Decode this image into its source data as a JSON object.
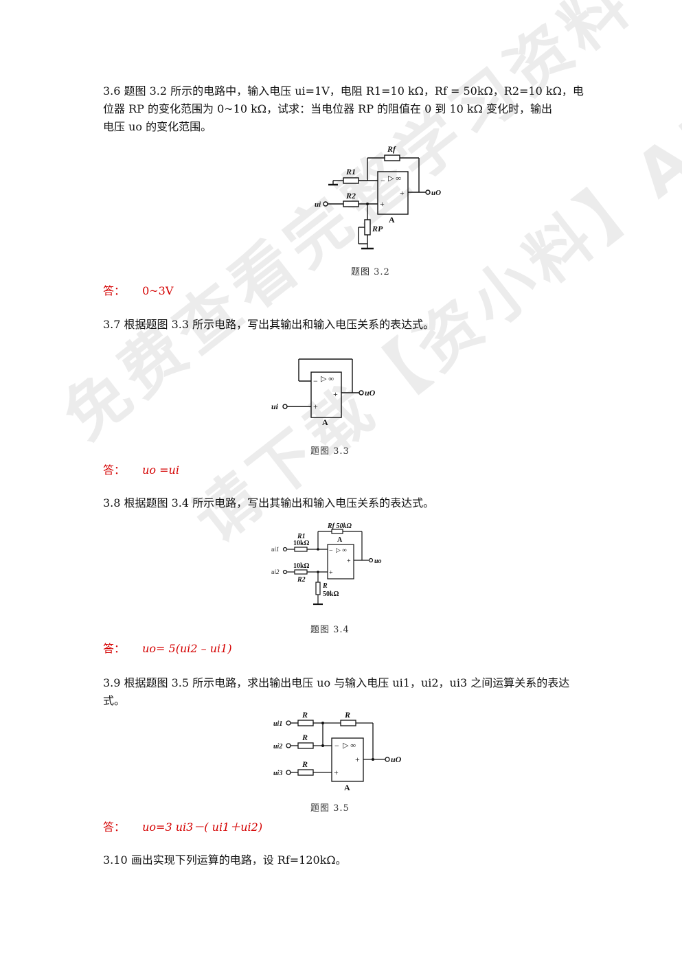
{
  "watermark": {
    "line1": "免费查看完整学习资料",
    "line2": "请下载【资小料】APP"
  },
  "q36": {
    "line1": "3.6 题图 3.2 所示的电路中，输入电压 ui=1V，电阻 R1=10 kΩ，Rf = 50kΩ，R2=10 kΩ，电",
    "line2": "位器 RP 的变化范围为 0~10 kΩ，试求：当电位器 RP 的阻值在 0 到 10 kΩ 变化时，输出",
    "line3": "电压 uo 的变化范围。",
    "caption": "题图 3.2",
    "answer_label": "答：",
    "answer": "0~3V",
    "labels": {
      "rf": "Rf",
      "r1": "R1",
      "r2": "R2",
      "rp": "RP",
      "ui": "ui",
      "uo": "uO",
      "amp": "A",
      "opamp_sym": "▷ ∞",
      "minus": "−",
      "plus": "+"
    }
  },
  "q37": {
    "text": "3.7 根据题图 3.3 所示电路，写出其输出和输入电压关系的表达式。",
    "caption": "题图 3.3",
    "answer_label": "答：",
    "answer": "uo =ui",
    "labels": {
      "ui": "ui",
      "uo": "uO",
      "amp": "A",
      "opamp_sym": "▷ ∞",
      "minus": "−",
      "plus": "+"
    }
  },
  "q38": {
    "text": "3.8 根据题图 3.4 所示电路，写出其输出和输入电压关系的表达式。",
    "caption": "题图 3.4",
    "answer_label": "答：",
    "answer": "uo= 5(ui2 – ui1)",
    "labels": {
      "rf": "Rf 50kΩ",
      "r1": "R1",
      "r1v": "10kΩ",
      "r2": "R2",
      "r2v": "10kΩ",
      "r": "R",
      "rv": "50kΩ",
      "ui1": "ui1",
      "ui2": "ui2",
      "uo": "uo",
      "amp": "A",
      "opamp_sym": "▷ ∞",
      "minus": "−",
      "plus": "+"
    }
  },
  "q39": {
    "line1": "3.9 根据题图 3.5 所示电路，求出输出电压 uo 与输入电压 ui1，ui2，ui3 之间运算关系的表达",
    "line2": "式。",
    "caption": "题图 3.5",
    "answer_label": "答：",
    "answer": "uo=3 ui3－( ui1＋ui2)",
    "labels": {
      "r": "R",
      "ui1": "ui1",
      "ui2": "ui2",
      "ui3": "ui3",
      "uo": "uO",
      "amp": "A",
      "opamp_sym": "▷ ∞",
      "minus": "−",
      "plus": "+"
    }
  },
  "q310": {
    "text": "3.10 画出实现下列运算的电路，设 Rf=120kΩ。"
  }
}
